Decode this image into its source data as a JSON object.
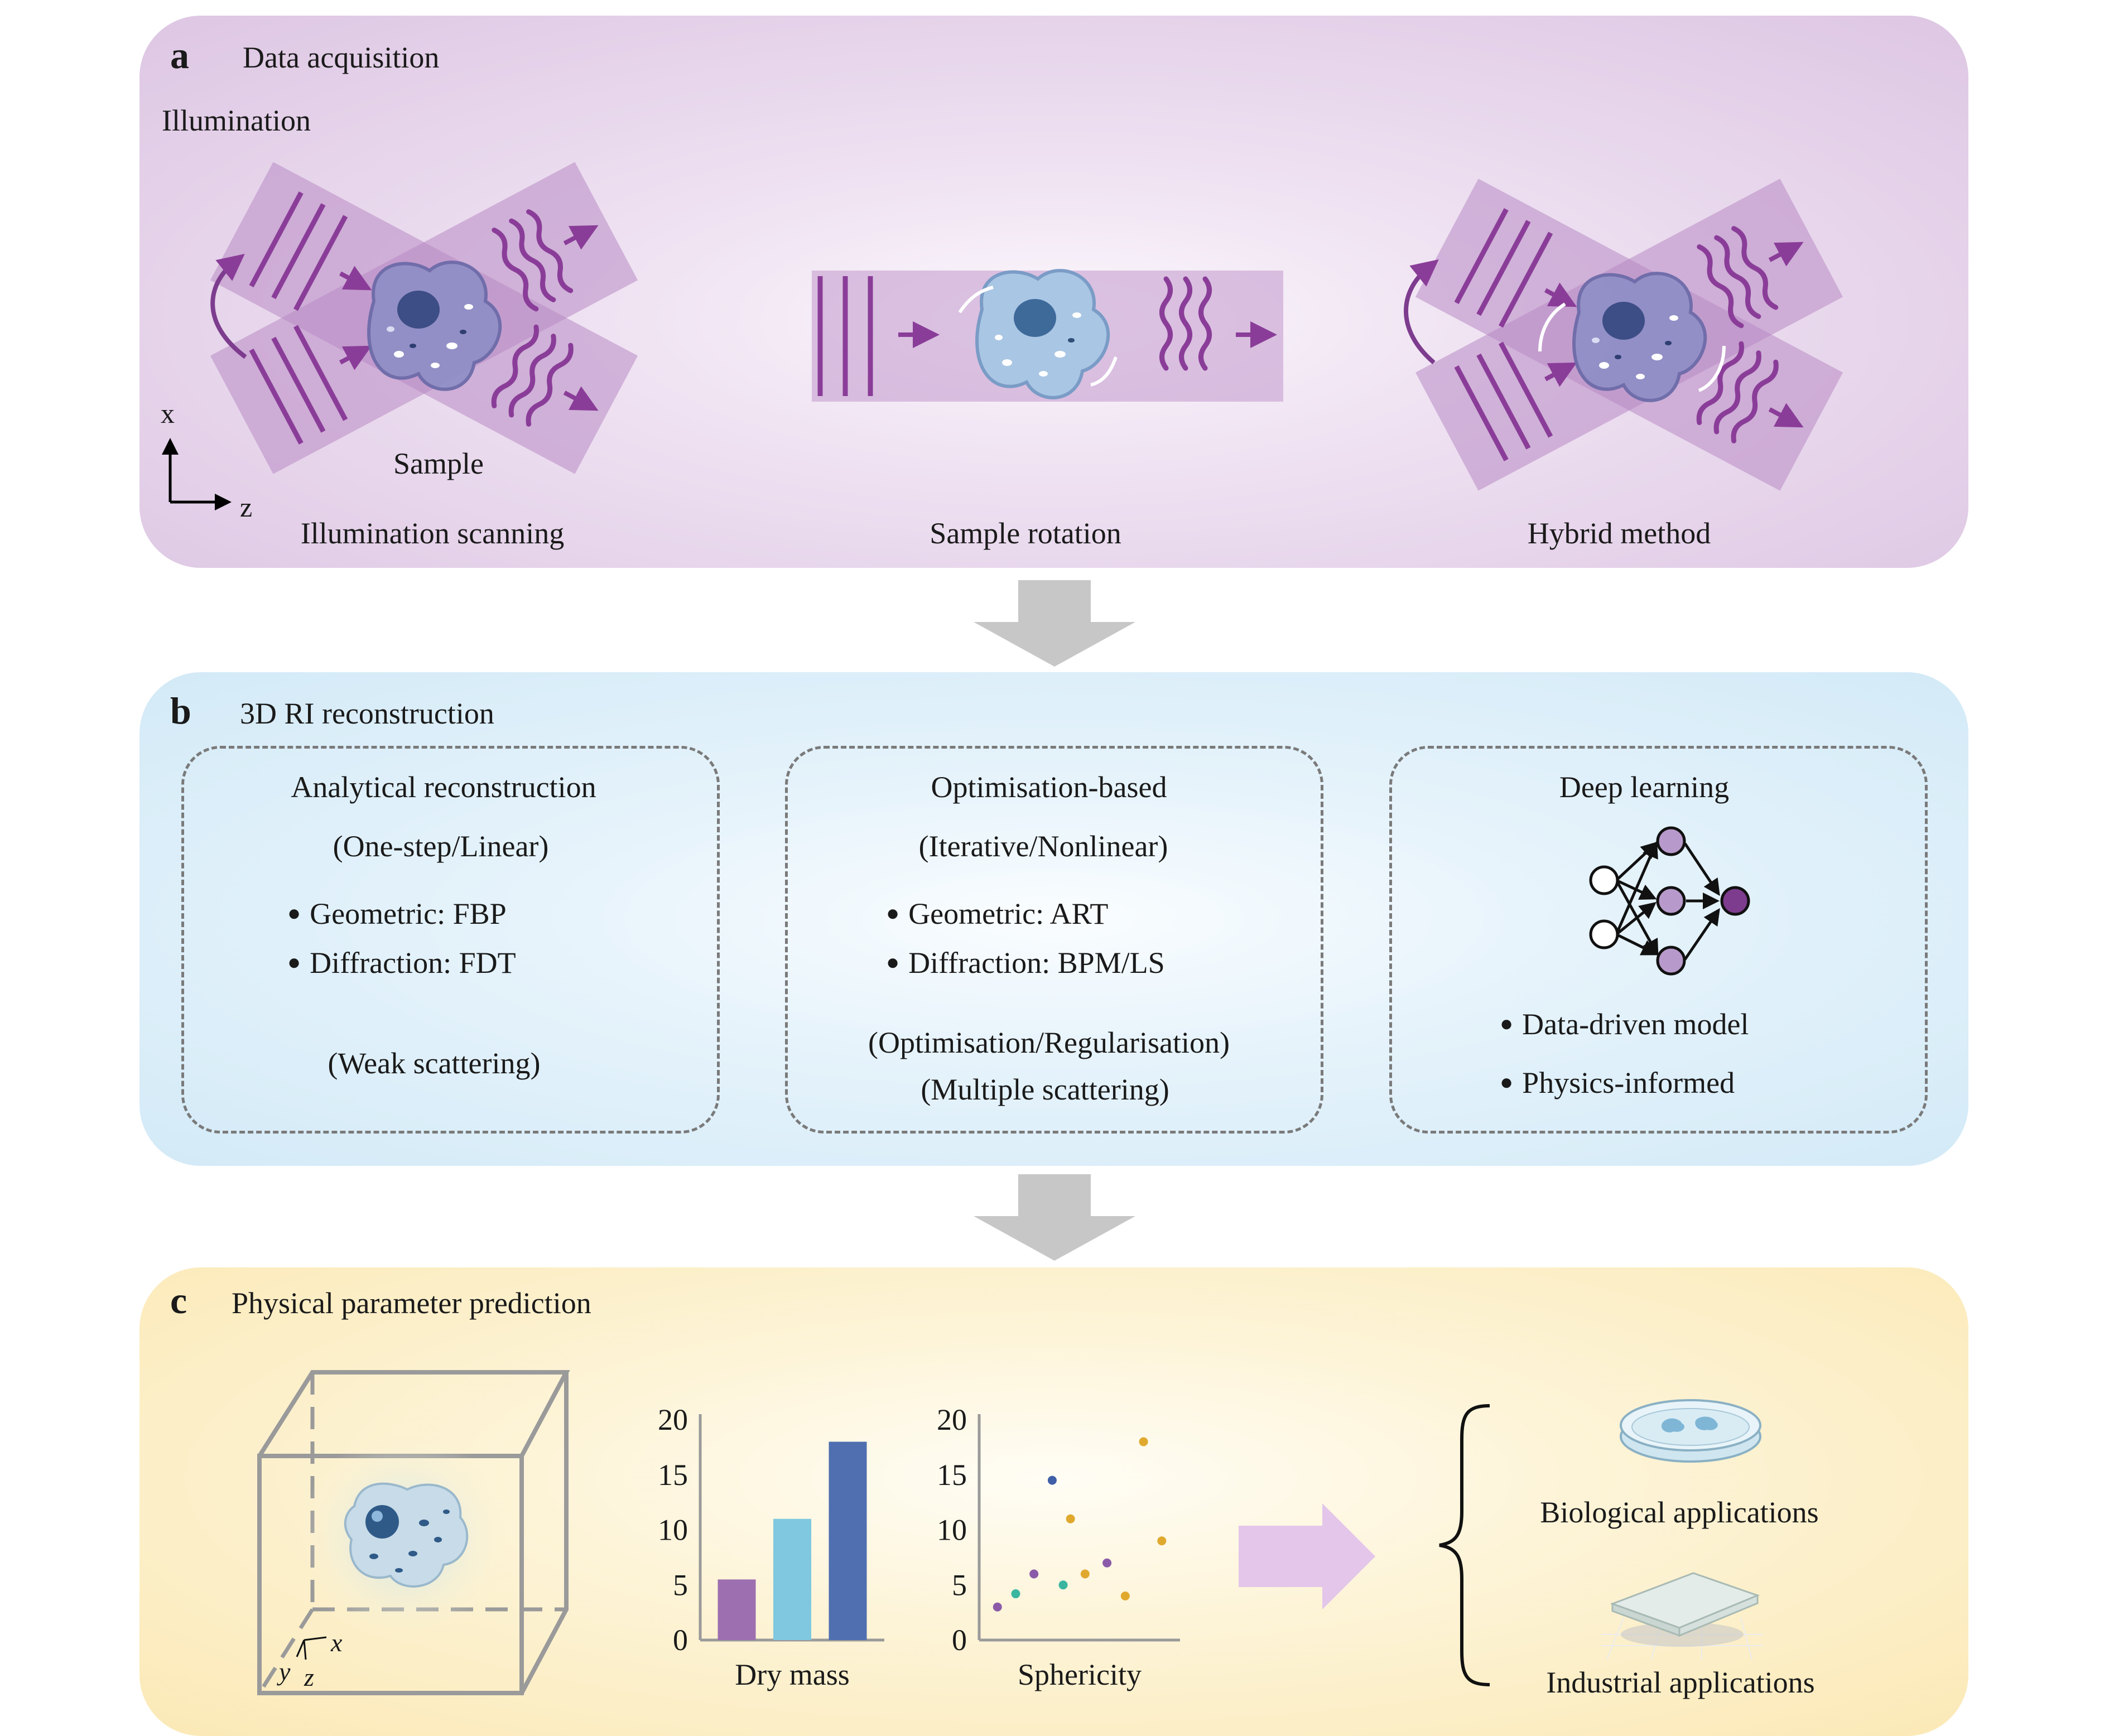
{
  "panel_a": {
    "letter": "a",
    "title": "Data acquisition",
    "illumination_label": "Illumination",
    "sample_label": "Sample",
    "axis_x": "x",
    "axis_z": "z",
    "captions": [
      "Illumination scanning",
      "Sample rotation",
      "Hybrid method"
    ]
  },
  "panel_b": {
    "letter": "b",
    "title": "3D RI reconstruction",
    "boxes": [
      {
        "title": "Analytical reconstruction",
        "subtitle": "(One-step/Linear)",
        "bullets": [
          "Geometric: FBP",
          "Diffraction: FDT"
        ],
        "notes": [
          "(Weak scattering)"
        ]
      },
      {
        "title": "Optimisation-based",
        "subtitle": "(Iterative/Nonlinear)",
        "bullets": [
          "Geometric: ART",
          "Diffraction: BPM/LS"
        ],
        "notes": [
          "(Optimisation/Regularisation)",
          "(Multiple scattering)"
        ]
      },
      {
        "title": "Deep learning",
        "bullets": [
          "Data-driven model",
          "Physics-informed"
        ]
      }
    ]
  },
  "panel_c": {
    "letter": "c",
    "title": "Physical parameter prediction",
    "cube_axes": [
      "x",
      "y",
      "z"
    ],
    "applications": [
      "Biological applications",
      "Industrial applications"
    ]
  },
  "colors": {
    "purple": "#9b59a8",
    "purple_dark": "#7d3c8e",
    "arrow_gray": "#c7c7c7",
    "teal": "#3ab5a0",
    "gold": "#e0a92e",
    "blue": "#3f5fa8"
  },
  "chart_data": [
    {
      "type": "bar",
      "xlabel": "Dry mass",
      "ylim": [
        0,
        20
      ],
      "yticks": [
        0,
        5,
        10,
        15,
        20
      ],
      "values": [
        5.5,
        11,
        18
      ],
      "colors": [
        "#9d6fb0",
        "#7fc8df",
        "#4f6fb0"
      ]
    },
    {
      "type": "scatter",
      "xlabel": "Sphericity",
      "ylim": [
        0,
        20
      ],
      "yticks": [
        0,
        5,
        10,
        15,
        20
      ],
      "points": [
        {
          "x": 1,
          "y": 3,
          "color": "#8b5aa8"
        },
        {
          "x": 2,
          "y": 4.2,
          "color": "#3ab5a0"
        },
        {
          "x": 3,
          "y": 6,
          "color": "#8b5aa8"
        },
        {
          "x": 4,
          "y": 14.5,
          "color": "#3f5fa8"
        },
        {
          "x": 5,
          "y": 11,
          "color": "#e0a92e"
        },
        {
          "x": 4.6,
          "y": 5,
          "color": "#3ab5a0"
        },
        {
          "x": 5.8,
          "y": 6,
          "color": "#e0a92e"
        },
        {
          "x": 7,
          "y": 7,
          "color": "#8b5aa8"
        },
        {
          "x": 8,
          "y": 4,
          "color": "#e0a92e"
        },
        {
          "x": 9,
          "y": 18,
          "color": "#e0a92e"
        },
        {
          "x": 10,
          "y": 9,
          "color": "#e0a92e"
        }
      ]
    }
  ]
}
